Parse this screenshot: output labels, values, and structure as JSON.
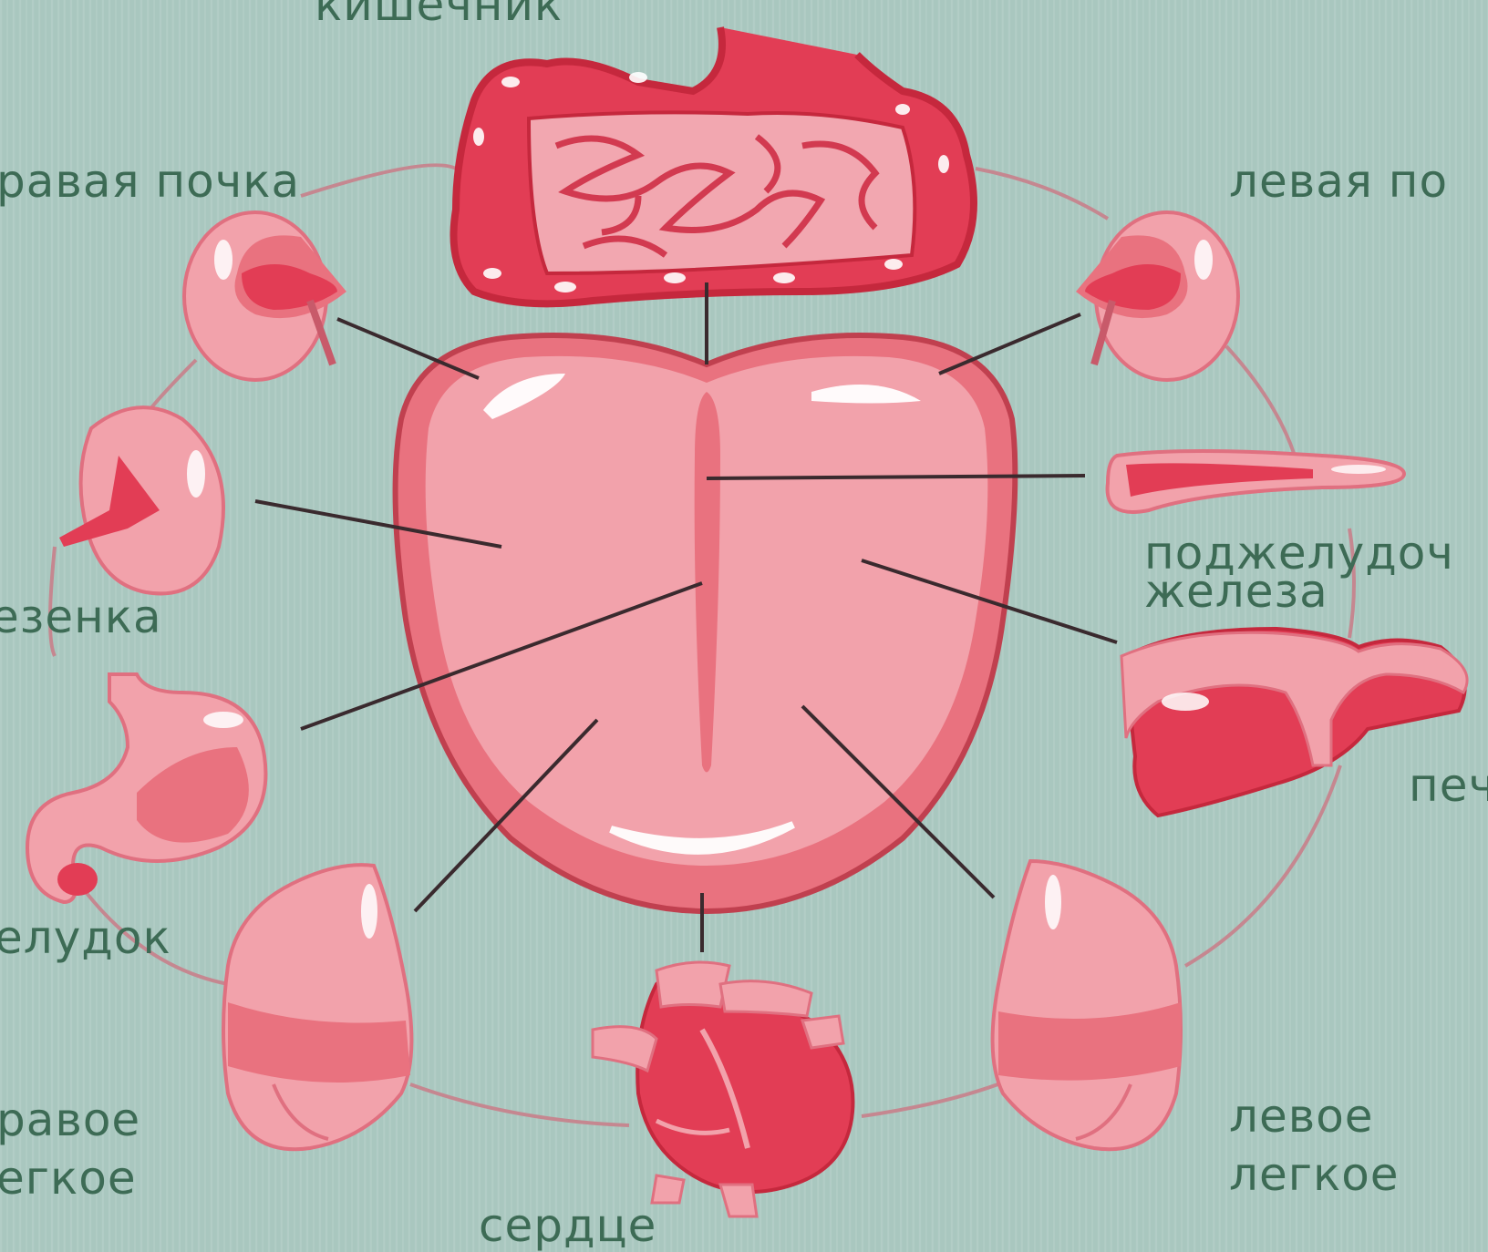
{
  "labels": {
    "intestine": "кишечник",
    "right_kidney": "равая почка",
    "left_kidney": "левая по",
    "spleen": "езенка",
    "pancreas_line1": "поджелудоч",
    "pancreas_line2": "железа",
    "liver": "печ",
    "stomach": "елудок",
    "right_lung_line1": "равое",
    "right_lung_line2": "егкое",
    "left_lung_line1": "левое",
    "left_lung_line2": "легкое",
    "heart": "сердце"
  },
  "colors": {
    "background": "#a9c7bf",
    "label_text": "#3d6b55",
    "organ_light": "#f2a2ab",
    "organ_mid": "#e9727f",
    "organ_dark": "#e23d55",
    "outline": "#b22a3e",
    "leader_line": "#3a2a2e"
  }
}
